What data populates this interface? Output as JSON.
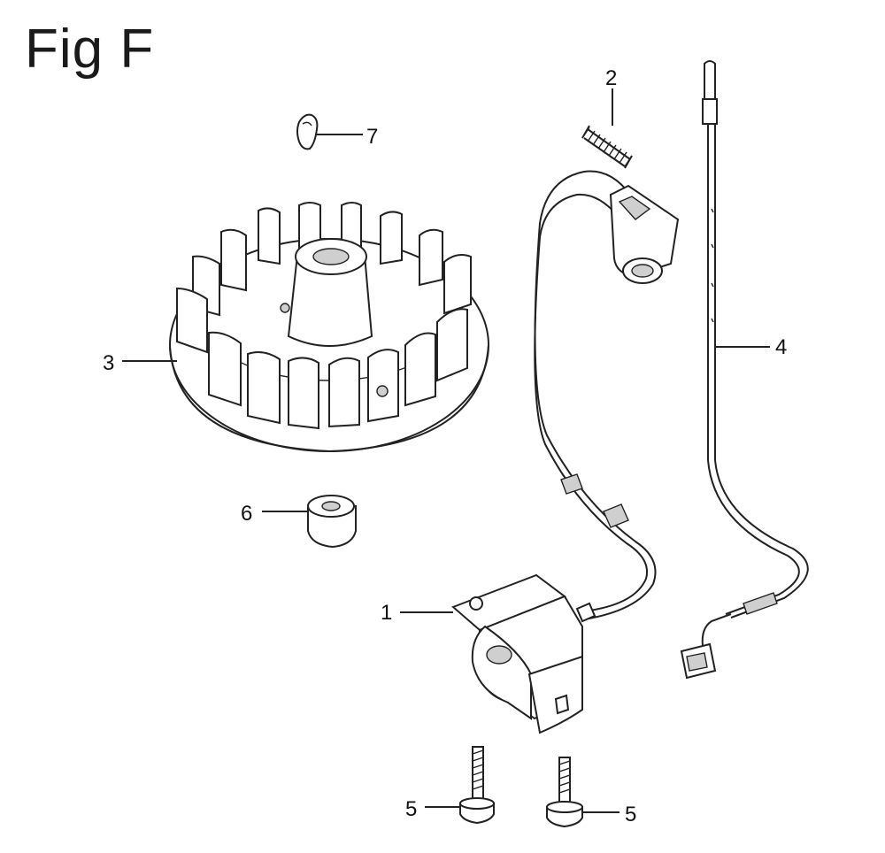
{
  "figure": {
    "title": "Fig F"
  },
  "callouts": [
    {
      "id": "callout-1",
      "label": "1"
    },
    {
      "id": "callout-2",
      "label": "2"
    },
    {
      "id": "callout-3",
      "label": "3"
    },
    {
      "id": "callout-4",
      "label": "4"
    },
    {
      "id": "callout-5a",
      "label": "5"
    },
    {
      "id": "callout-5b",
      "label": "5"
    },
    {
      "id": "callout-6",
      "label": "6"
    },
    {
      "id": "callout-7",
      "label": "7"
    }
  ],
  "parts": [
    {
      "ref": "1",
      "icon": "ignition-coil-icon"
    },
    {
      "ref": "2",
      "icon": "spring-icon"
    },
    {
      "ref": "3",
      "icon": "flywheel-icon"
    },
    {
      "ref": "4",
      "icon": "stop-wire-icon"
    },
    {
      "ref": "5",
      "icon": "bolt-icon"
    },
    {
      "ref": "6",
      "icon": "nut-icon"
    },
    {
      "ref": "7",
      "icon": "key-icon"
    }
  ]
}
